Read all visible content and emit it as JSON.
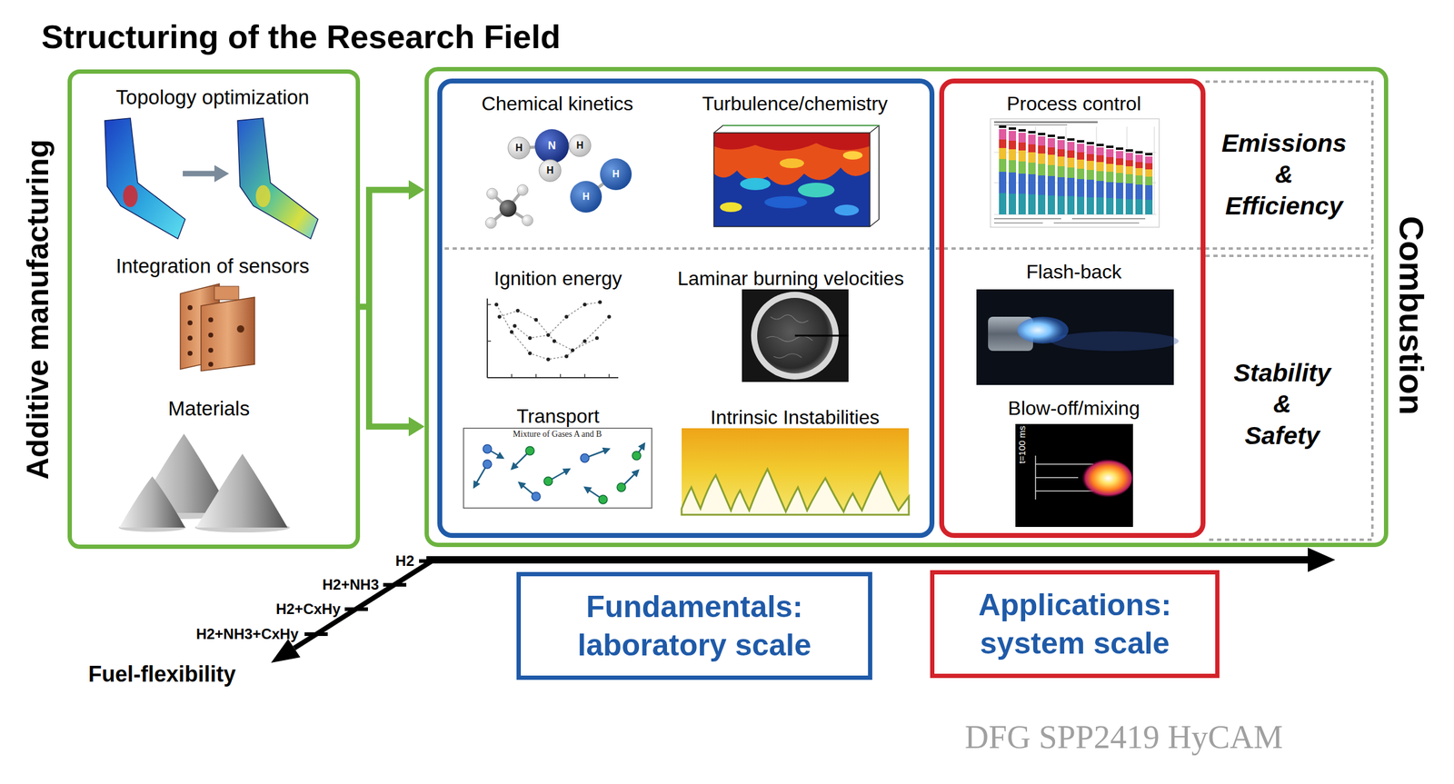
{
  "diagram": {
    "title": "Structuring of the Research Field",
    "nodes": [
      {
        "text": [
          "Additive manufacturing",
          "Topology optimization",
          "Integration of sensors",
          "Materials"
        ]
      },
      {
        "text": [
          "Combustion",
          "Emissions & Efficiency",
          "Stability & Safety"
        ]
      },
      {
        "text": [
          "Chemical kinetics",
          "Turbulence/chemistry",
          "Ignition energy",
          "Laminar burning velocities",
          "Transport",
          "Intrinsic Instabilities"
        ],
        "in": 1
      },
      {
        "text": [
          "Process control",
          "Flash-back",
          "Blow-off/mixing"
        ],
        "in": 1
      },
      {
        "text": [
          "Fundamentals: laboratory scale"
        ]
      },
      {
        "text": [
          "Applications: system scale"
        ]
      }
    ],
    "edges": [
      {
        "from": 0,
        "to": 1,
        "arrow": "to"
      }
    ],
    "labels": [
      "H",
      "N",
      "H",
      "H",
      "H",
      "H",
      "Mixture of Gases A and B",
      "t=100 ms",
      "H2",
      "H2+NH3",
      "H2+CxHy",
      "H2+NH3+CxHy",
      "Fuel-flexibility",
      "DFG SPP2419 HyCAM"
    ]
  }
}
